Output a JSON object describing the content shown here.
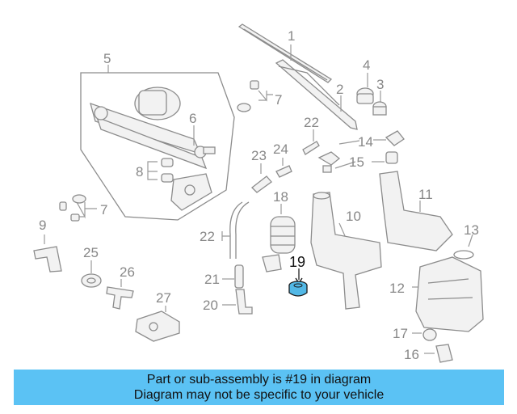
{
  "colors": {
    "banner_bg": "#5bc2f4",
    "highlight": "#52b8e6",
    "label": "#888888",
    "label_highlight": "#111111"
  },
  "highlighted_part": "19",
  "labels": {
    "p1": "1",
    "p2": "2",
    "p3": "3",
    "p4": "4",
    "p5": "5",
    "p6": "6",
    "p7a": "7",
    "p7b": "7",
    "p8": "8",
    "p9": "9",
    "p10": "10",
    "p11": "11",
    "p12": "12",
    "p13": "13",
    "p14": "14",
    "p15": "15",
    "p16": "16",
    "p17": "17",
    "p18": "18",
    "p19": "19",
    "p20": "20",
    "p21": "21",
    "p22a": "22",
    "p22b": "22",
    "p23": "23",
    "p24": "24",
    "p25": "25",
    "p26": "26",
    "p27": "27"
  },
  "banner": {
    "line1": "Part or sub-assembly is #19 in diagram",
    "line2": "Diagram may not be specific to your vehicle"
  }
}
